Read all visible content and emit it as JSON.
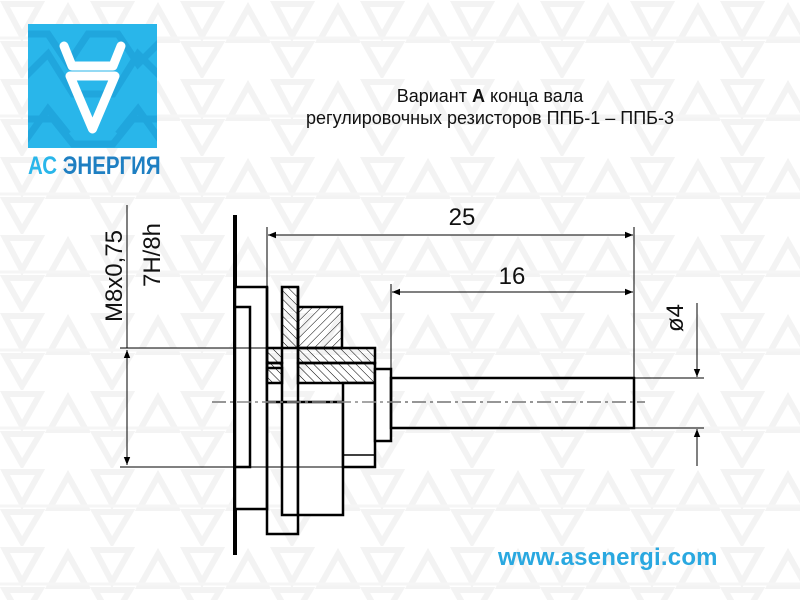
{
  "brand": {
    "logo_icon": "as-energy-logo-icon",
    "name_part1": "АС",
    "name_part2": "ЭНЕРГИЯ",
    "url": "www.asenergi.com",
    "colors": {
      "primary": "#29b6ea",
      "secondary": "#1e7fc2",
      "url": "#29a8e0"
    }
  },
  "title": {
    "line1_prefix": "Вариант",
    "line1_bold": "А",
    "line1_suffix": "конца вала",
    "line2": "регулировочных резисторов ППБ-1 – ППБ-3"
  },
  "dimensions": {
    "overall_length": "25",
    "shaft_length": "16",
    "shaft_diameter": "ø4",
    "thread": "M8x0,75",
    "thread_fit": "7H/8h"
  }
}
